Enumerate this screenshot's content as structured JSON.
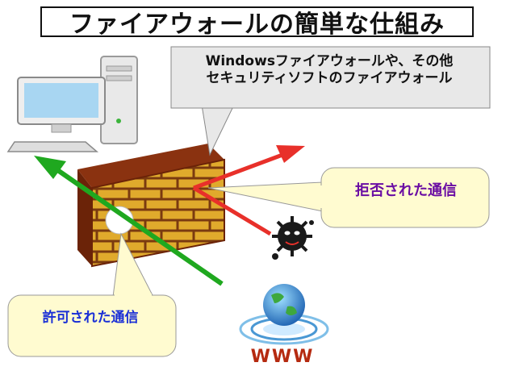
{
  "title": "ファイアウォールの簡単な仕組み",
  "callouts": {
    "firewall_note_line1": "Windowsファイアウォールや、その他",
    "firewall_note_line2": "セキュリティソフトのファイアウォール",
    "blocked": "拒否された通信",
    "allowed": "許可された通信"
  },
  "internet_label": "WWW",
  "colors": {
    "allowed_arrow": "#1fa81f",
    "blocked_arrow": "#e8302a",
    "wall_brick": "#e0aa2c",
    "wall_dark": "#7a2a0c",
    "callout_fill": "#fffbd0",
    "firewall_note_fill": "#e8e8e8"
  },
  "icons": [
    "computer-icon",
    "brick-wall-icon",
    "virus-icon",
    "globe-icon"
  ]
}
